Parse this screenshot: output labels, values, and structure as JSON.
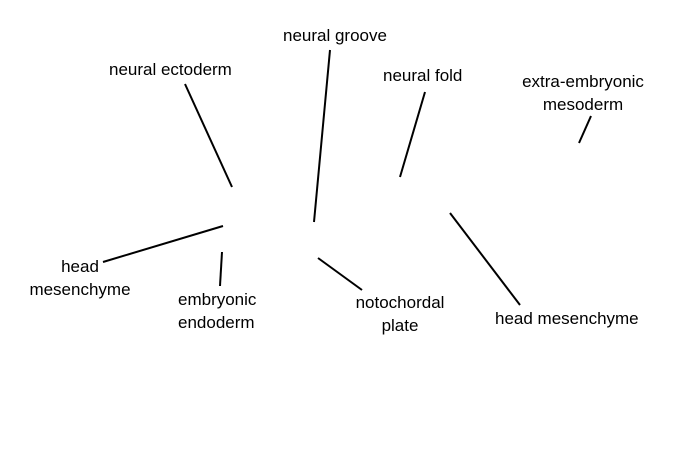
{
  "labels": {
    "neural_groove": "neural groove",
    "neural_ectoderm": "neural ectoderm",
    "neural_fold": "neural fold",
    "extra_embryonic_mesoderm": [
      "extra-embryonic",
      "mesoderm"
    ],
    "head_mesenchyme_left": [
      "head",
      "mesenchyme"
    ],
    "embryonic_endoderm": [
      "embryonic",
      "endoderm"
    ],
    "notochordal_plate": [
      "notochordal",
      "plate"
    ],
    "head_mesenchyme_right": "head mesenchyme"
  },
  "colors": {
    "line": "#000000",
    "text": "#000000",
    "background": "#ffffff"
  }
}
